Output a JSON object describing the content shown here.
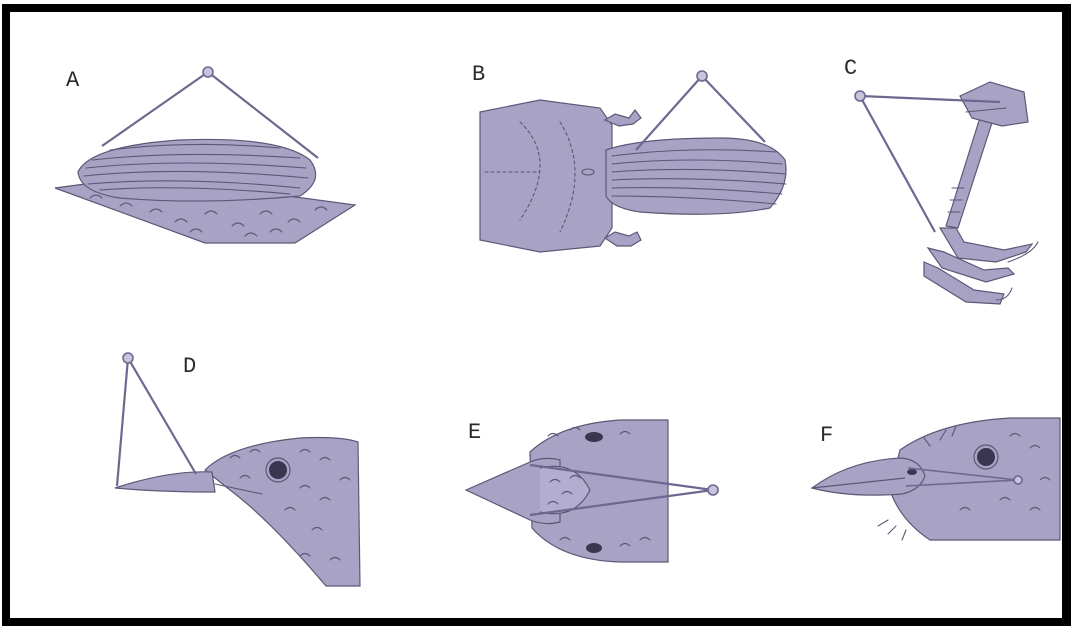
{
  "figure": {
    "panels": [
      {
        "letter": "A",
        "subject": "wing"
      },
      {
        "letter": "B",
        "subject": "tail"
      },
      {
        "letter": "C",
        "subject": "tarsus"
      },
      {
        "letter": "D",
        "subject": "bill-culmen"
      },
      {
        "letter": "E",
        "subject": "bill-width"
      },
      {
        "letter": "F",
        "subject": "bill-nares"
      }
    ],
    "colors": {
      "frame": "#000000",
      "drawing_fill": "#a8a2c4",
      "ink": "#5d5878",
      "caliper": "#6d6890"
    }
  }
}
